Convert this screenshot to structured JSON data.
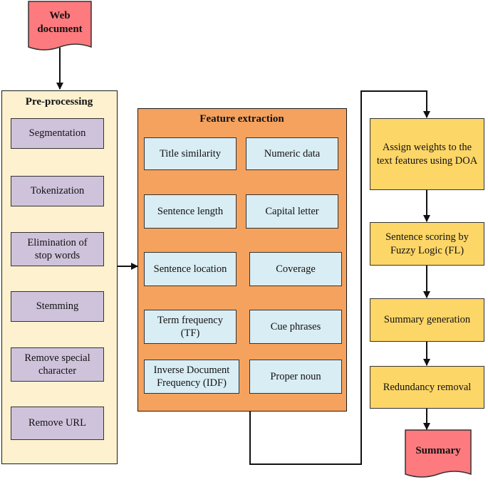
{
  "start_node": {
    "label": "Web\ndocument"
  },
  "end_node": {
    "label": "Summary"
  },
  "preprocessing": {
    "title": "Pre-processing",
    "steps": [
      "Segmentation",
      "Tokenization",
      "Elimination of\nstop words",
      "Stemming",
      "Remove special\ncharacter",
      "Remove URL"
    ]
  },
  "feature_extraction": {
    "title": "Feature extraction",
    "features": [
      "Title similarity",
      "Numeric data",
      "Sentence length",
      "Capital letter",
      "Sentence location",
      "Coverage",
      "Term frequency\n(TF)",
      "Cue phrases",
      "Inverse Document\nFrequency (IDF)",
      "Proper noun"
    ]
  },
  "pipeline": {
    "steps": [
      "Assign weights to the\ntext features using DOA",
      "Sentence scoring by\nFuzzy Logic (FL)",
      "Summary generation",
      "Redundancy removal"
    ]
  },
  "colors": {
    "document": "#fd7a7e",
    "preprocessing_panel": "#fdf1cf",
    "preprocessing_step": "#cfc3dc",
    "feature_panel": "#f5a25e",
    "feature_box": "#d9edf4",
    "pipeline_step": "#fdd668"
  }
}
